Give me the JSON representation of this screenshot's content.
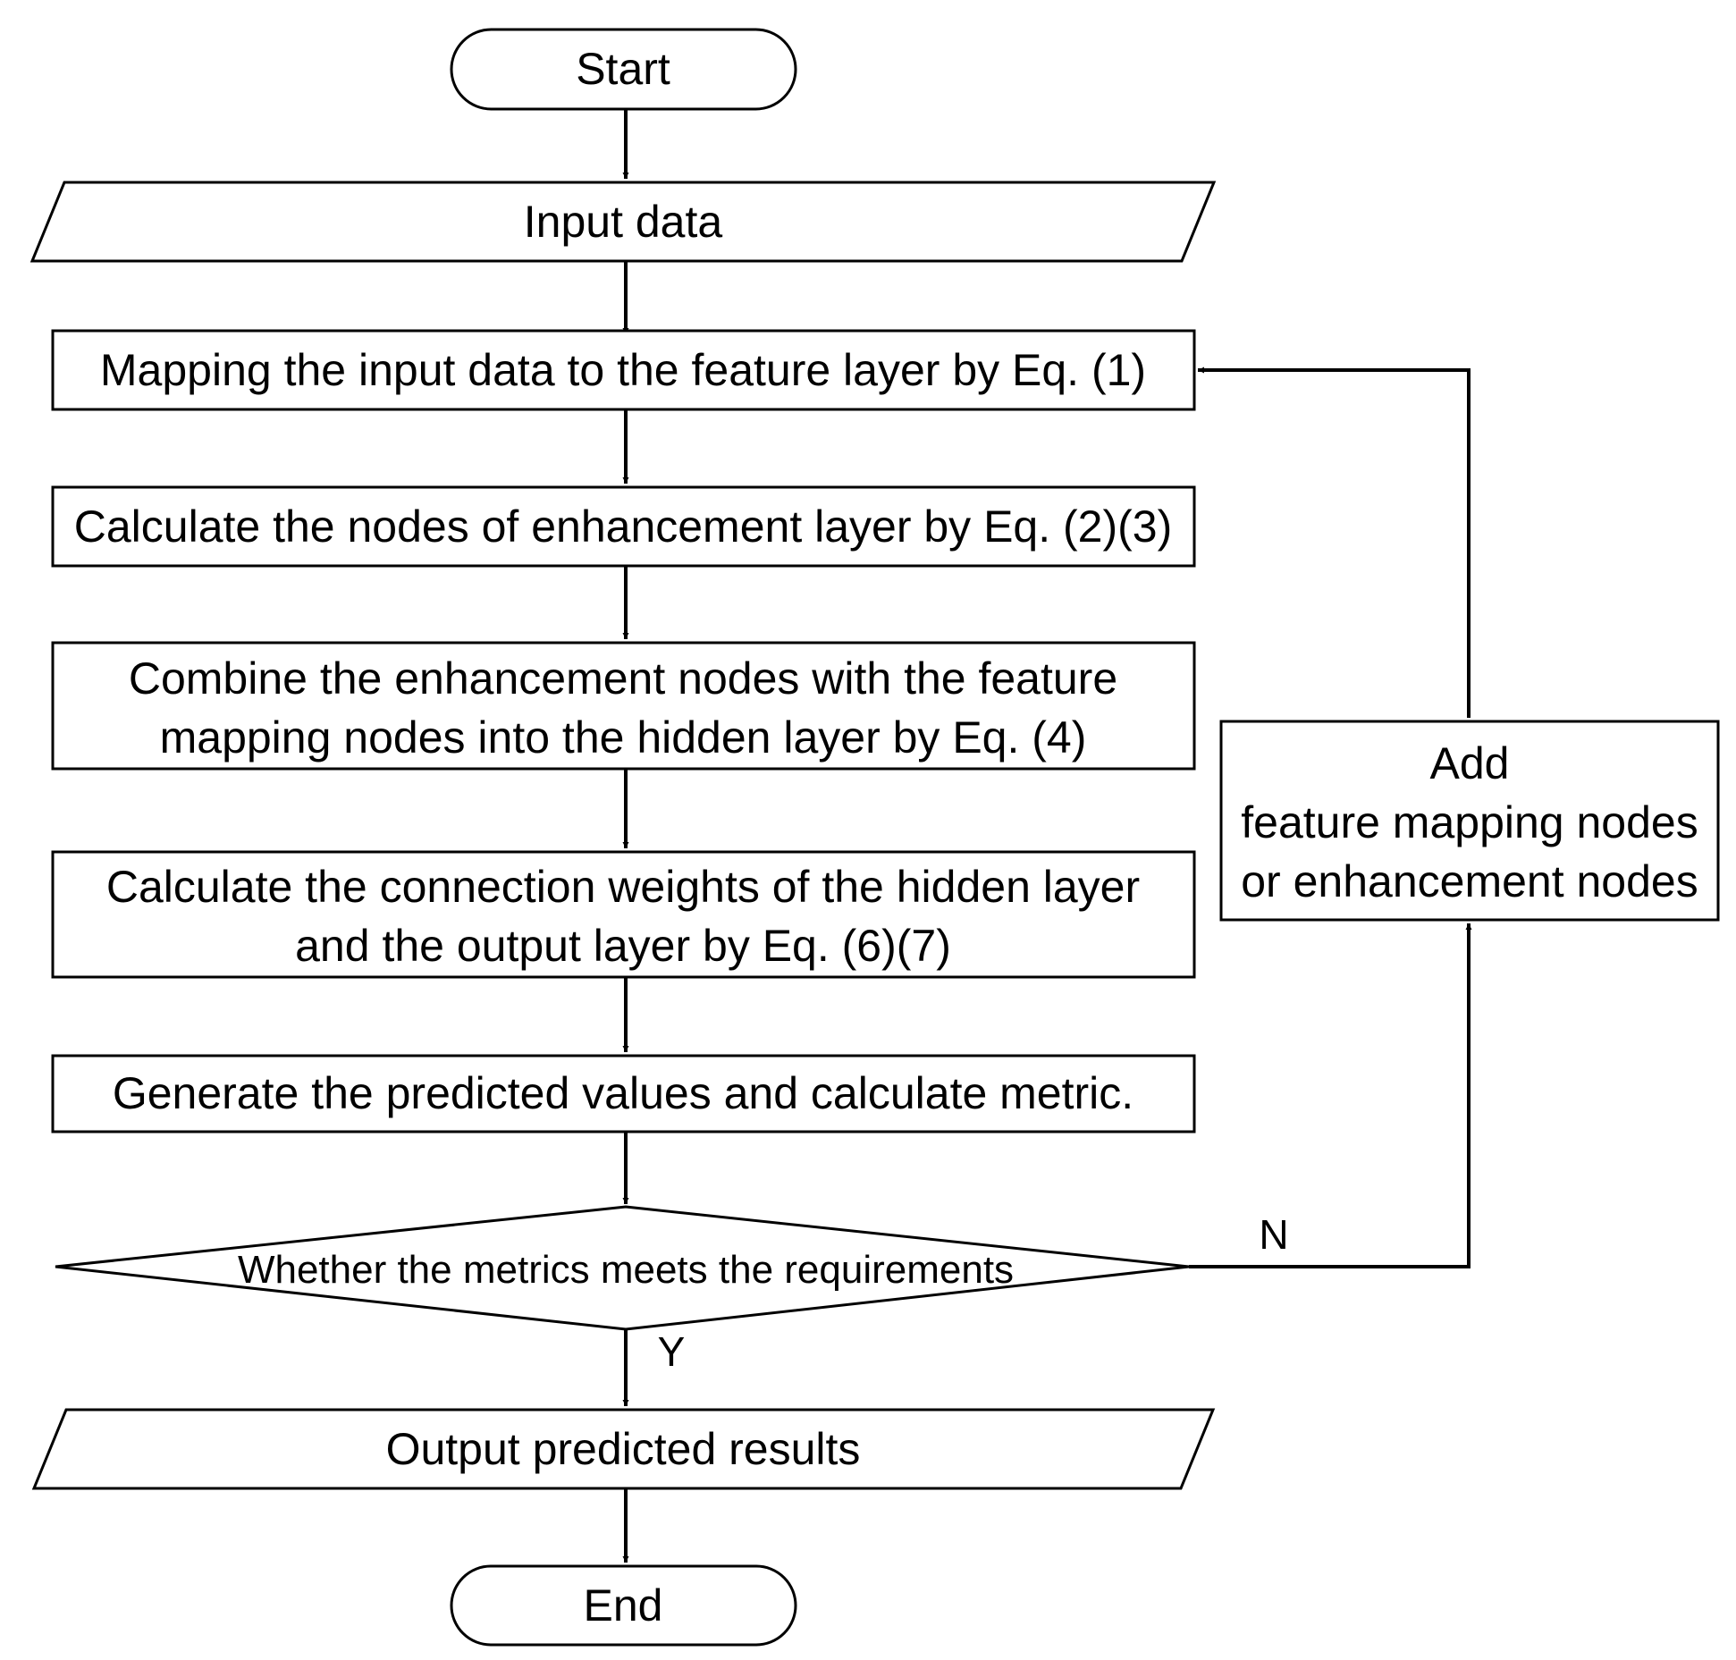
{
  "diagram": {
    "colors": {
      "stroke": "#000000",
      "fill": "#ffffff",
      "text": "#000000"
    },
    "nodes": {
      "start": {
        "lines": [
          "Start"
        ]
      },
      "input": {
        "lines": [
          "Input data"
        ]
      },
      "mapping": {
        "lines": [
          "Mapping the input data to the feature layer by Eq. (1)"
        ]
      },
      "enhancement": {
        "lines": [
          "Calculate the nodes of enhancement layer by Eq. (2)(3)"
        ]
      },
      "combine": {
        "lines": [
          "Combine the enhancement nodes with the feature",
          "mapping nodes into the hidden layer by Eq. (4)"
        ]
      },
      "weights": {
        "lines": [
          "Calculate the connection weights of the hidden layer",
          "and the output layer by Eq. (6)(7)"
        ]
      },
      "generate": {
        "lines": [
          "Generate the predicted values and calculate metric."
        ]
      },
      "decision": {
        "lines": [
          "Whether the metrics meets the requirements"
        ]
      },
      "output": {
        "lines": [
          "Output predicted results"
        ]
      },
      "end": {
        "lines": [
          "End"
        ]
      },
      "add": {
        "lines": [
          "Add",
          "feature mapping nodes",
          "or enhancement nodes"
        ]
      }
    },
    "edge_labels": {
      "no": "N",
      "yes": "Y"
    }
  }
}
